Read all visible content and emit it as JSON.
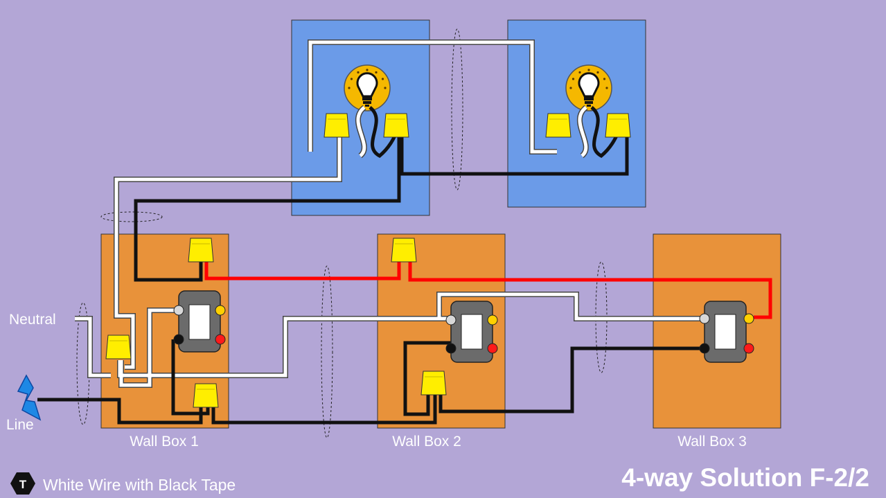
{
  "labels": {
    "neutral": "Neutral",
    "line": "Line",
    "wall_box_1": "Wall Box 1",
    "wall_box_2": "Wall Box 2",
    "wall_box_3": "Wall Box 3",
    "title": "4-way Solution F-2/2",
    "legend_marker": "T",
    "legend_text": "White Wire with Black Tape"
  },
  "colors": {
    "background": "#b3a6d6",
    "light_box": "#6b9be8",
    "wall_box": "#e8923a",
    "wire_hot": "#111111",
    "wire_neutral": "#ffffff",
    "wire_traveler": "#ff0000",
    "wire_nut": "#ffee00",
    "switch": "#6b6b6b",
    "bulb": "#f5b800",
    "line_bolt": "#1e88e5"
  }
}
